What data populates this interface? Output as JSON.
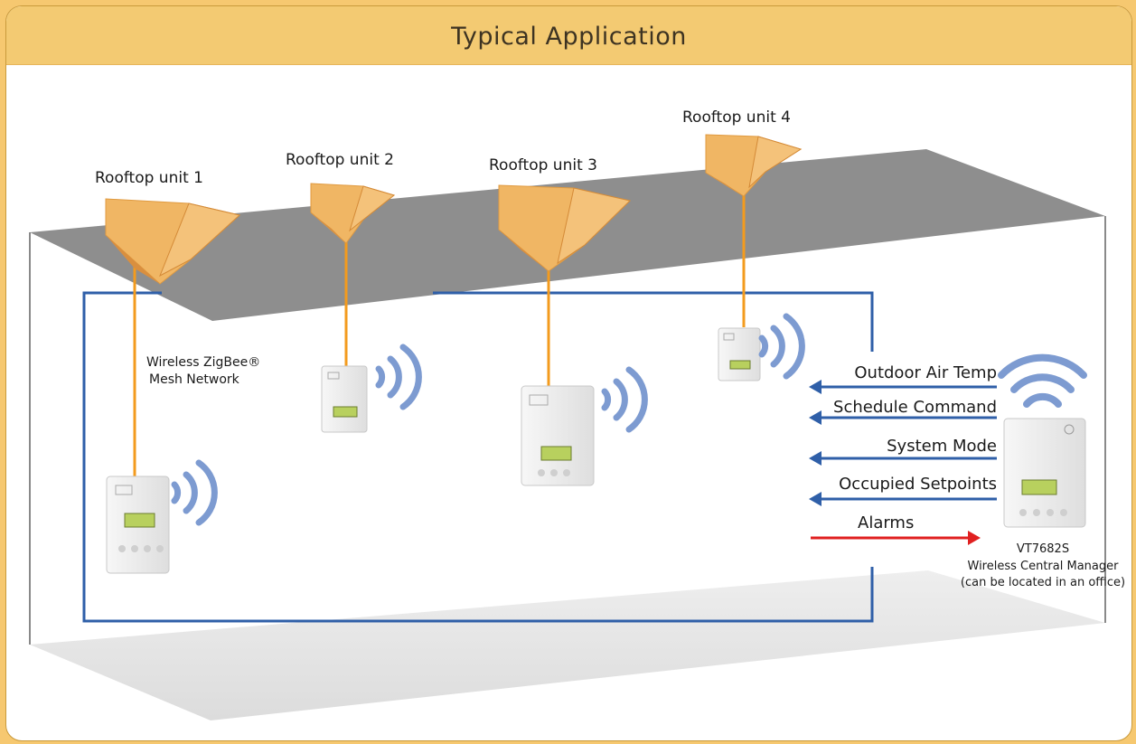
{
  "title": "Typical Application",
  "units": [
    {
      "label": "Rooftop unit 1"
    },
    {
      "label": "Rooftop unit 2"
    },
    {
      "label": "Rooftop unit 3"
    },
    {
      "label": "Rooftop unit 4"
    }
  ],
  "network": {
    "line1": "Wireless ZigBee®",
    "line2": "Mesh Network"
  },
  "commands": [
    {
      "label": "Outdoor Air Temp",
      "direction": "to-network",
      "color": "#2f5fa8"
    },
    {
      "label": "Schedule Command",
      "direction": "to-network",
      "color": "#2f5fa8"
    },
    {
      "label": "System Mode",
      "direction": "to-network",
      "color": "#2f5fa8"
    },
    {
      "label": "Occupied Setpoints",
      "direction": "to-network",
      "color": "#2f5fa8"
    },
    {
      "label": "Alarms",
      "direction": "to-manager",
      "color": "#e02020"
    }
  ],
  "manager": {
    "model": "VT7682S",
    "name": "Wireless Central Manager",
    "note": "(can be located in an office)"
  },
  "colors": {
    "background": "#f6c870",
    "title_bar": "#f3ca72",
    "roof": "#8e8e8e",
    "floor": "#e6e6e6",
    "rooftop_unit": "#f0b664",
    "wire": "#f39b1e",
    "network_loop": "#2f5fa8",
    "wifi": "#7d9bd1"
  }
}
